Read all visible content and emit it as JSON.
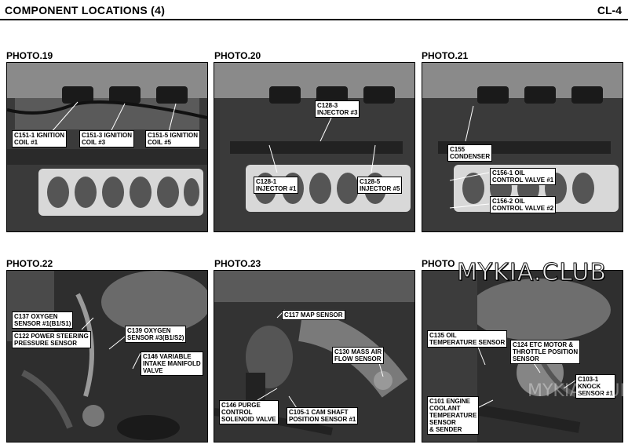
{
  "header": {
    "title": "COMPONENT LOCATIONS (4)",
    "page": "CL-4"
  },
  "photos": [
    {
      "label": "PHOTO.19",
      "callouts": [
        "C151-1 IGNITION\nCOIL #1",
        "C151-3 IGNITION\nCOIL #3",
        "C151-5 IGNITION\nCOIL #5"
      ]
    },
    {
      "label": "PHOTO.20",
      "callouts": [
        "C128-3\nINJECTOR #3",
        "C128-1\nINJECTOR #1",
        "C128-5\nINJECTOR #5"
      ]
    },
    {
      "label": "PHOTO.21",
      "callouts": [
        "C155\nCONDENSER",
        "C156-1 OIL\nCONTROL VALVE #1",
        "C156-2 OIL\nCONTROL VALVE #2"
      ]
    },
    {
      "label": "PHOTO.22",
      "callouts": [
        "C137 OXYGEN\nSENSOR #1(B1/S1)",
        "C122 POWER STEERING\nPRESSURE SENSOR",
        "C139 OXYGEN\nSENSOR #3(B1/S2)",
        "C146 VARIABLE\nINTAKE MANIFOLD\nVALVE"
      ]
    },
    {
      "label": "PHOTO.23",
      "callouts": [
        "C117 MAP SENSOR",
        "C130 MASS AIR\nFLOW SENSOR",
        "C146 PURGE\nCONTROL\nSOLENOID VALVE",
        "C105-1 CAM SHAFT\nPOSITION SENSOR #1"
      ]
    },
    {
      "label": "PHOTO",
      "callouts": [
        "C135 OIL\nTEMPERATURE SENSOR",
        "C124 ETC MOTOR &\nTHROTTLE POSITION\nSENSOR",
        "C103-1\nKNOCK\nSENSOR #1",
        "C101 ENGINE\nCOOLANT\nTEMPERATURE\nSENSOR\n& SENDER"
      ]
    }
  ],
  "watermark": "MYKIA.CLUB",
  "watermark_faint": "MYKIA.CLUB"
}
